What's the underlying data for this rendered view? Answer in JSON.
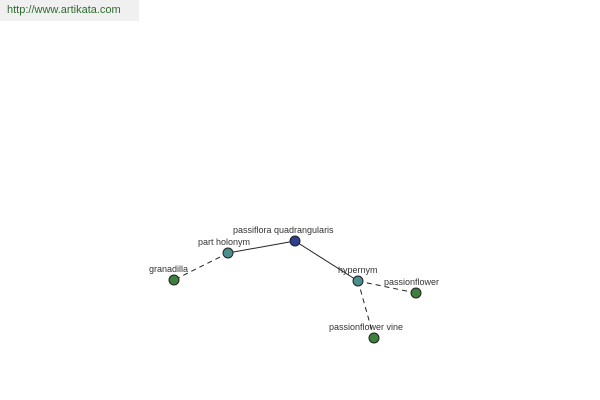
{
  "banner": {
    "url": "http://www.artikata.com"
  },
  "colors": {
    "center": "#2e3f8f",
    "relation": "#4a8f8f",
    "leaf": "#3d7f3d"
  },
  "graph": {
    "nodes": [
      {
        "id": "center",
        "label": "passiflora quadrangularis",
        "kind": "center"
      },
      {
        "id": "part-holonym",
        "label": "part holonym",
        "kind": "relation"
      },
      {
        "id": "hypernym",
        "label": "hypernym",
        "kind": "relation"
      },
      {
        "id": "granadilla",
        "label": "granadilla",
        "kind": "leaf"
      },
      {
        "id": "passionflower",
        "label": "passionflower",
        "kind": "leaf"
      },
      {
        "id": "passionflower-vine",
        "label": "passionflower vine",
        "kind": "leaf"
      }
    ],
    "edges": [
      {
        "from": "center",
        "to": "part-holonym",
        "style": "solid"
      },
      {
        "from": "center",
        "to": "hypernym",
        "style": "solid"
      },
      {
        "from": "part-holonym",
        "to": "granadilla",
        "style": "dashed"
      },
      {
        "from": "hypernym",
        "to": "passionflower",
        "style": "dashed"
      },
      {
        "from": "hypernym",
        "to": "passionflower-vine",
        "style": "dashed"
      }
    ]
  }
}
